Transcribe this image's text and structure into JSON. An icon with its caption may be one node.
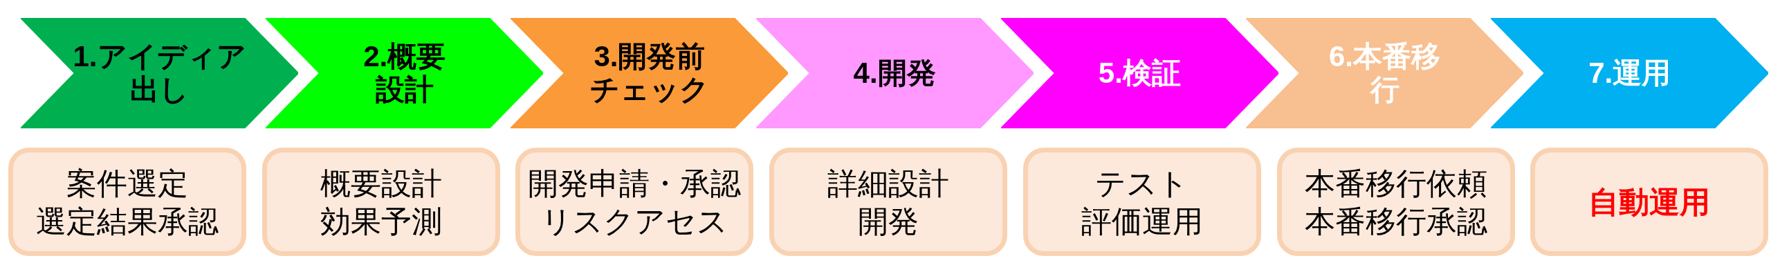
{
  "diagram": {
    "nodes": [
      {
        "text": [
          "1.アイディア出し"
        ]
      },
      {
        "text": [
          "2.概要設計"
        ]
      },
      {
        "text": [
          "3.開発前チェック"
        ]
      },
      {
        "text": [
          "4.開発"
        ]
      },
      {
        "text": [
          "5.検証"
        ]
      },
      {
        "text": [
          "6.本番移行"
        ]
      },
      {
        "text": [
          "7.運用"
        ]
      },
      {
        "text": [
          "案件選定",
          "選定結果承認"
        ]
      },
      {
        "text": [
          "概要設計",
          "効果予測"
        ]
      },
      {
        "text": [
          "開発申請・承認",
          "リスクアセス"
        ]
      },
      {
        "text": [
          "詳細設計",
          "開発"
        ]
      },
      {
        "text": [
          "テスト",
          "評価運用"
        ]
      },
      {
        "text": [
          "本番移行依頼",
          "本番移行承認"
        ]
      },
      {
        "text": [
          "自動運用"
        ]
      }
    ]
  }
}
